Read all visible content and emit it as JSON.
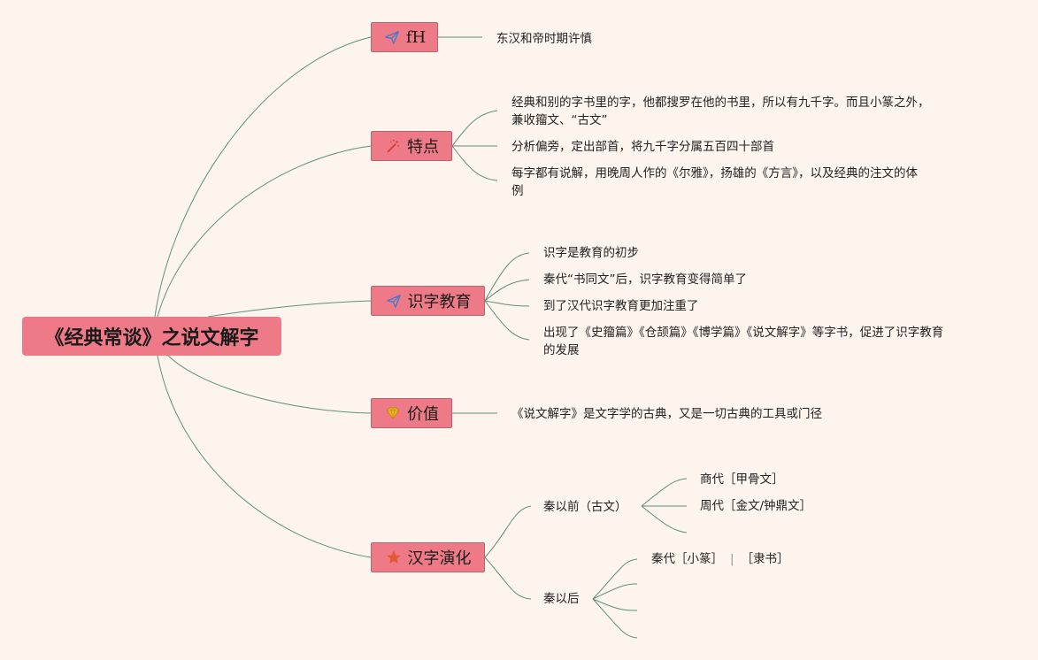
{
  "root": {
    "label": "《经典常谈》之说文解字"
  },
  "branches": {
    "author": {
      "label": "fH",
      "icon": "paper-plane-icon",
      "leaves": [
        "东汉和帝时期许慎"
      ]
    },
    "features": {
      "label": "特点",
      "icon": "magic-wand-icon",
      "leaves": [
        [
          "经典和别的字书里的字，他都搜罗在他的书里，所以有九千字。而且小篆之外，",
          "兼收籀文、“古文”"
        ],
        [
          "分析偏旁，定出部首，将九千字分属五百四十部首"
        ],
        [
          "每字都有说解，用晚周人作的《尔雅》，扬雄的《方言》，以及经典的注文的体",
          "例"
        ]
      ]
    },
    "education": {
      "label": "识字教育",
      "icon": "paper-plane-icon",
      "leaves": [
        [
          "识字是教育的初步"
        ],
        [
          "秦代“书同文”后，识字教育变得简单了"
        ],
        [
          "到了汉代识字教育更加注重了"
        ],
        [
          "出现了《史籀篇》《仓颉篇》《博学篇》《说文解字》等字书，促进了识字教育",
          "的发展"
        ]
      ]
    },
    "value": {
      "label": "价值",
      "icon": "diamond-icon",
      "leaves": [
        "《说文解字》是文字学的古典，又是一切古典的工具或门径"
      ]
    },
    "evolution": {
      "label": "汉字演化",
      "icon": "star-icon",
      "before_qin": {
        "label": "秦以前（古文）",
        "items": [
          "商代［甲骨文］",
          "周代［金文/钟鼎文］"
        ]
      },
      "after_qin": {
        "label": "秦以后",
        "item_parts": [
          "秦代［小篆］",
          "|",
          "［隶书］"
        ]
      }
    }
  },
  "colors": {
    "node_fill": "#ee7a88",
    "background": "#fdf4ee",
    "edge": "#5e9178",
    "icon_blue": "#4e79c9",
    "icon_red": "#d8403a",
    "icon_gold": "#f2b927"
  }
}
